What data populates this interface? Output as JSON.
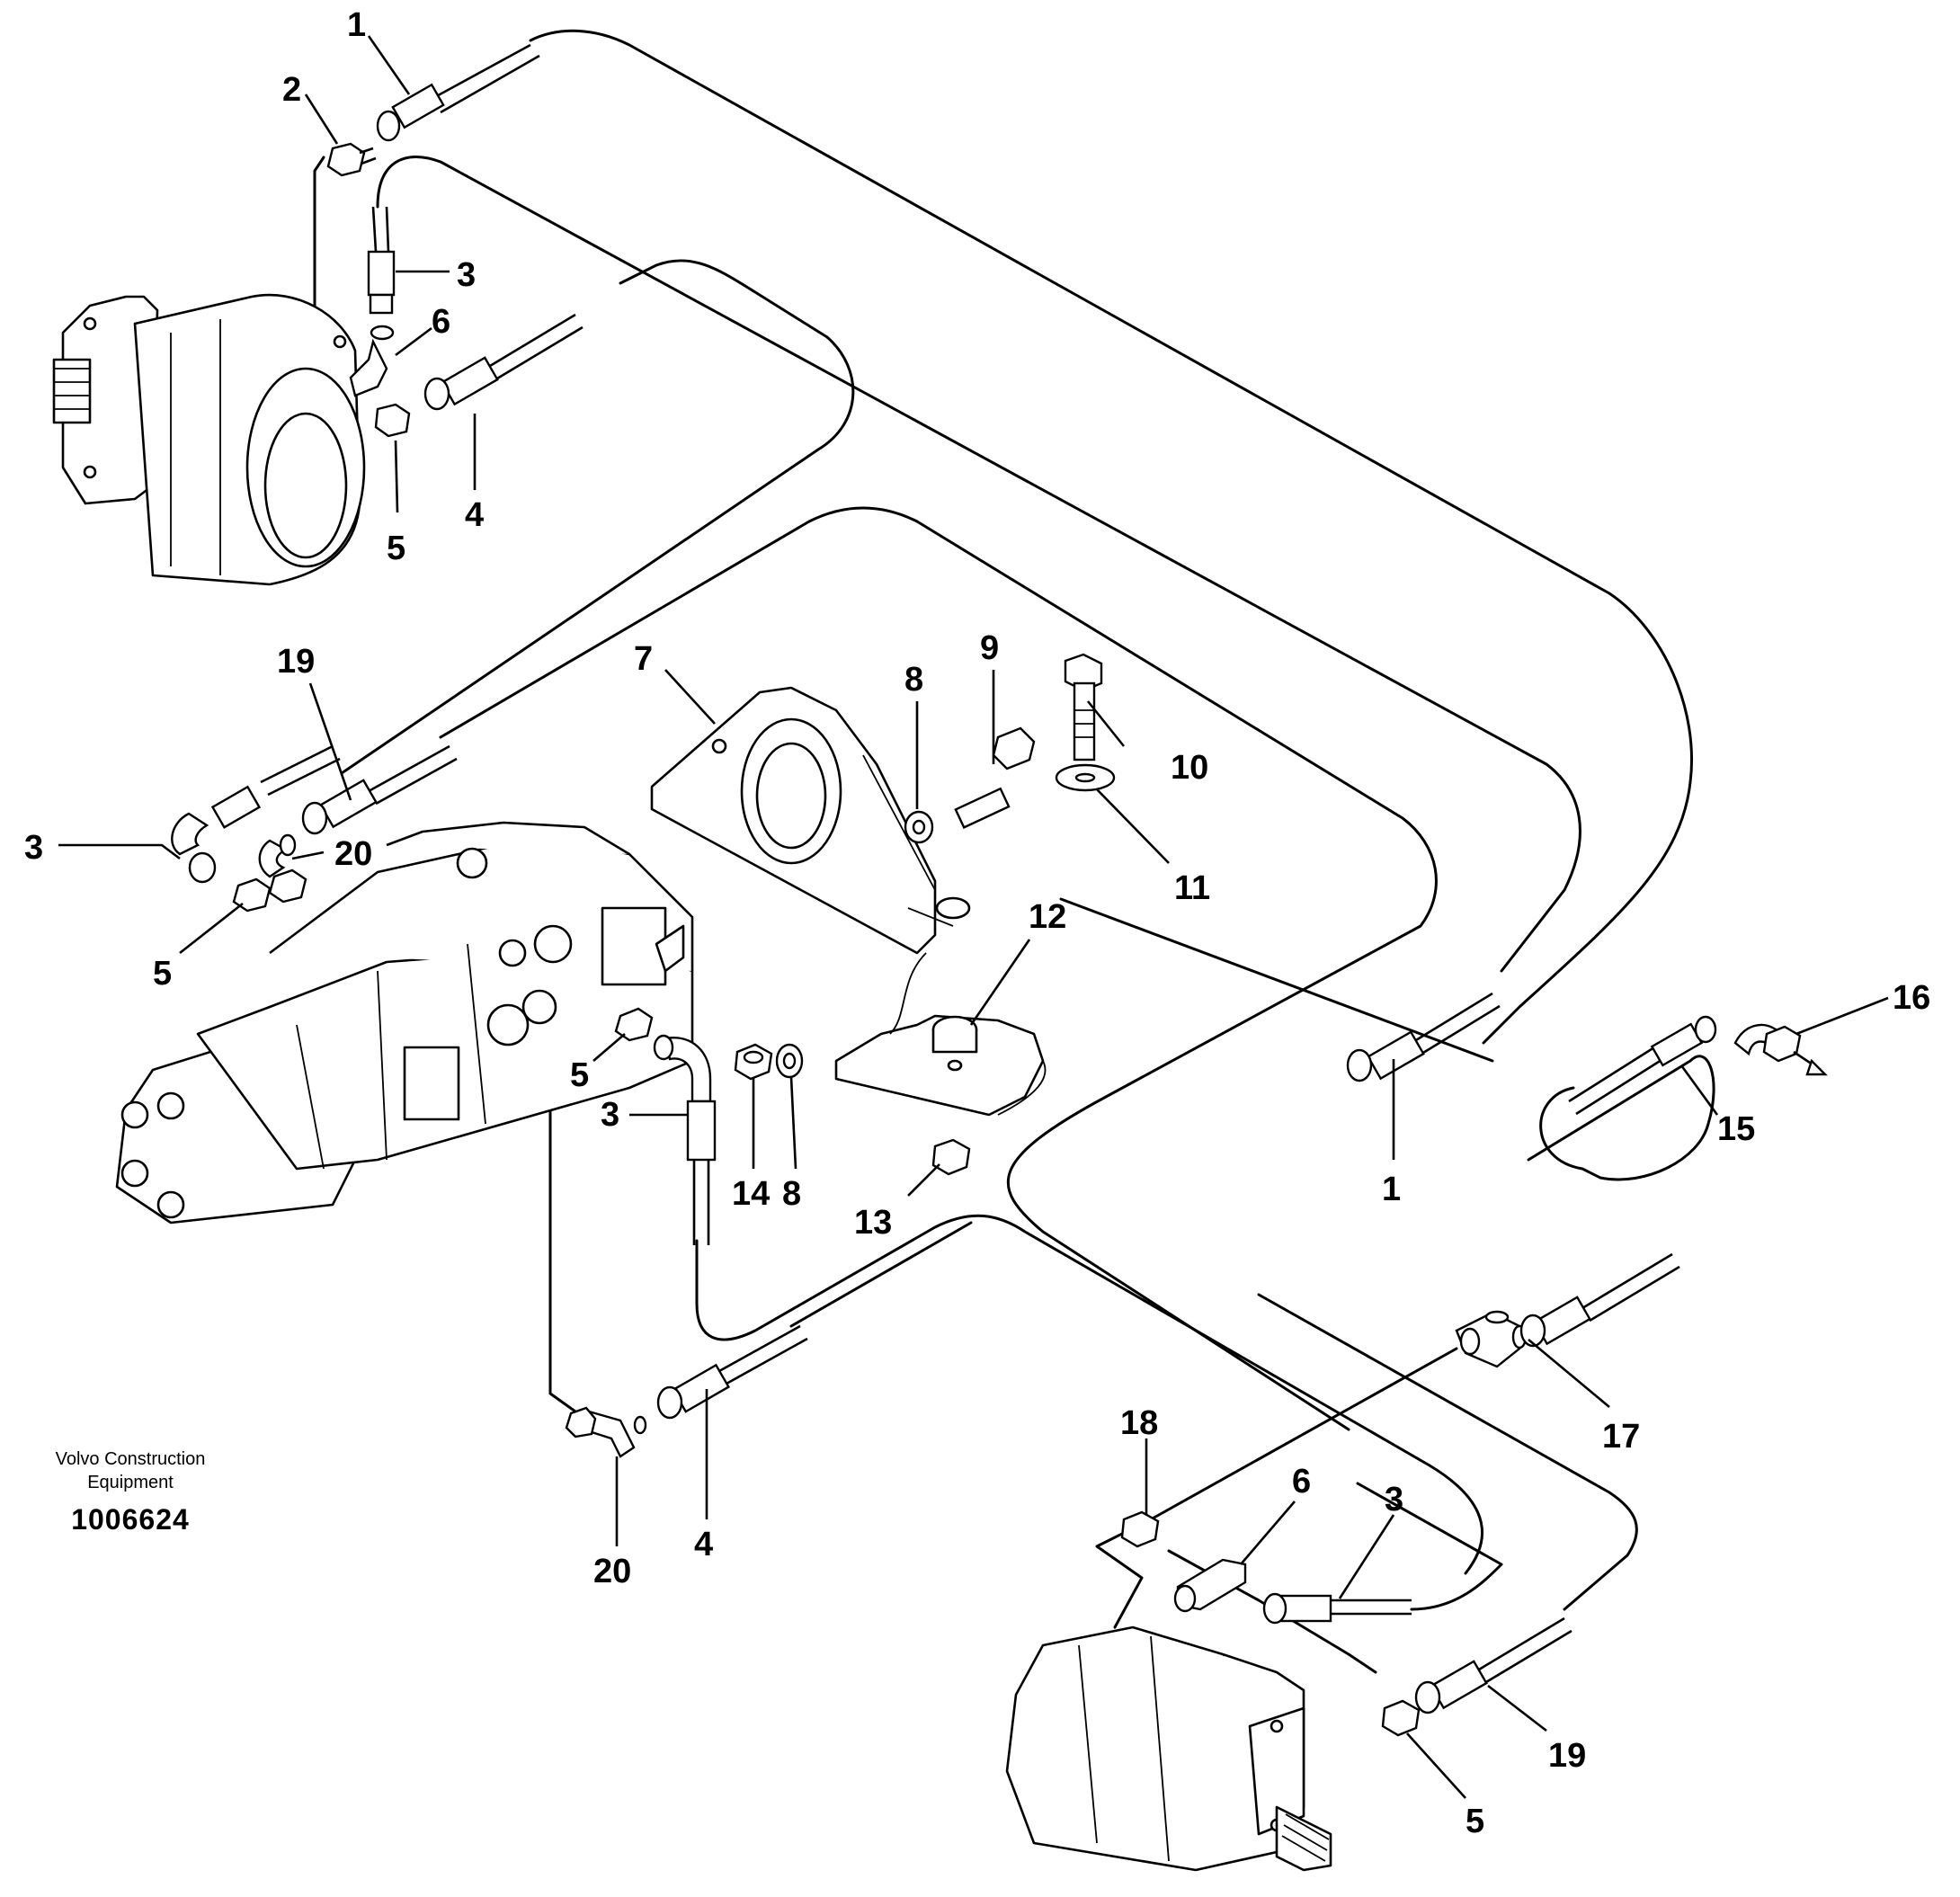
{
  "caption": {
    "company_line1": "Volvo Construction",
    "company_line2": "Equipment",
    "drawing_number": "1006624"
  },
  "callouts": {
    "c1a": "1",
    "c2": "2",
    "c3a": "3",
    "c6a": "6",
    "c5a": "5",
    "c4a": "4",
    "c19a": "19",
    "c3b": "3",
    "c20a": "20",
    "c5b": "5",
    "c7": "7",
    "c8a": "8",
    "c9": "9",
    "c10": "10",
    "c11": "11",
    "c12": "12",
    "c5c": "5",
    "c3c": "3",
    "c14": "14",
    "c8b": "8",
    "c13": "13",
    "c1b": "1",
    "c16": "16",
    "c15": "15",
    "c17": "17",
    "c18": "18",
    "c6b": "6",
    "c3d": "3",
    "c4b": "4",
    "c20b": "20",
    "c5d": "5",
    "c19b": "19"
  }
}
